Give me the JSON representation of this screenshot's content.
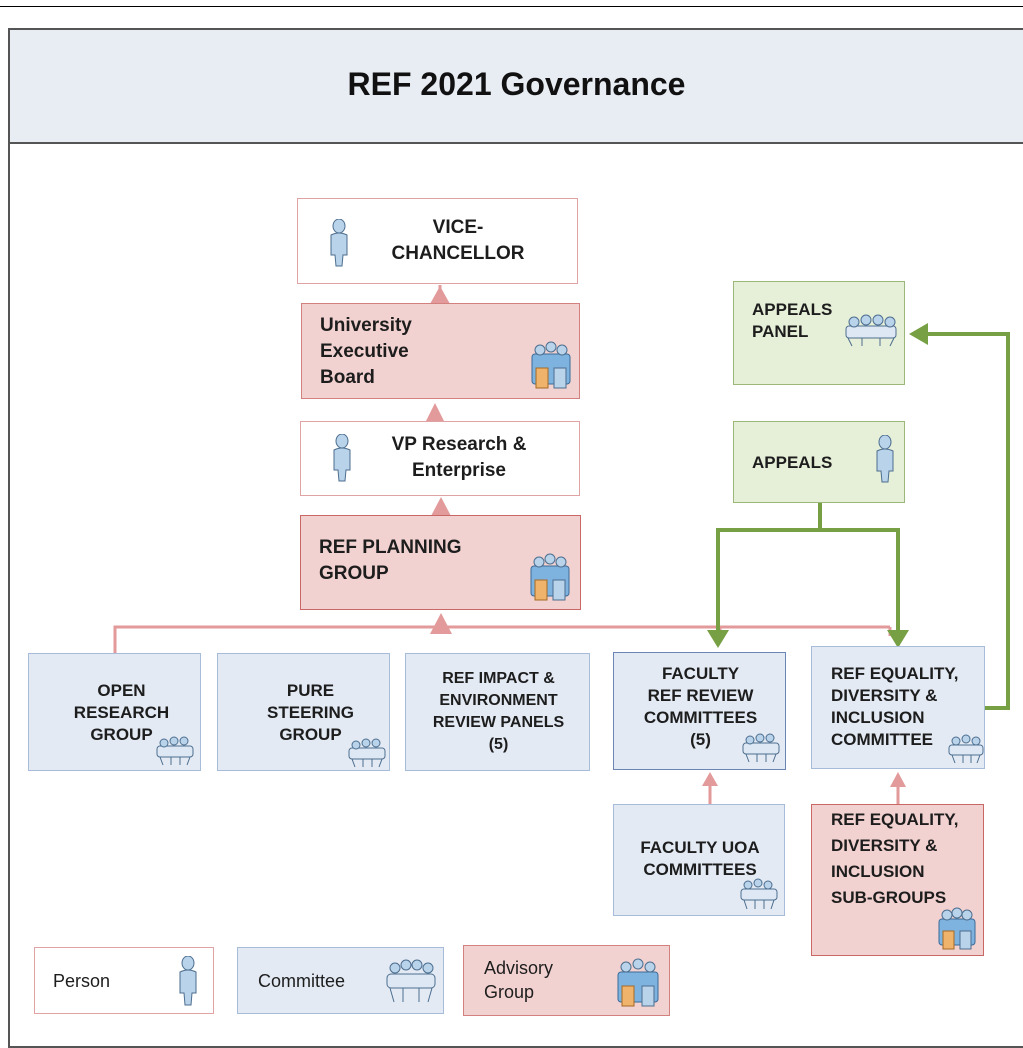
{
  "title": "REF 2021 Governance",
  "colors": {
    "person_fill": "#ffffff",
    "advisory_fill": "#f2d2d0",
    "committee_fill": "#e3eaf4",
    "appeals_fill": "#e6efd8",
    "red_connector": "#e39a9a",
    "green_connector": "#76a043"
  },
  "nodes": {
    "vice_chancellor": {
      "line1": "VICE-",
      "line2": "CHANCELLOR",
      "type": "Person",
      "icon": "person-icon"
    },
    "ueb": {
      "line1": "University",
      "line2": "Executive",
      "line3": "Board",
      "type": "Advisory Group",
      "icon": "advisory-group-icon"
    },
    "vp_research": {
      "line1": "VP Research &",
      "line2": "Enterprise",
      "type": "Person",
      "icon": "person-icon"
    },
    "ref_planning": {
      "line1": "REF PLANNING",
      "line2": "GROUP",
      "type": "Advisory Group",
      "icon": "advisory-group-icon"
    },
    "appeals_panel": {
      "line1": "APPEALS",
      "line2": "PANEL",
      "type": "Committee",
      "icon": "committee-icon"
    },
    "appeals": {
      "line1": "APPEALS",
      "type": "Person",
      "icon": "person-icon"
    },
    "open_research": {
      "line1": "OPEN",
      "line2": "RESEARCH",
      "line3": "GROUP",
      "type": "Committee",
      "icon": "committee-icon"
    },
    "pure_steering": {
      "line1": "PURE",
      "line2": "STEERING",
      "line3": "GROUP",
      "type": "Committee",
      "icon": "committee-icon"
    },
    "impact_env": {
      "line1": "REF IMPACT &",
      "line2": "ENVIRONMENT",
      "line3": "REVIEW PANELS",
      "line4": "(5)",
      "type": "Committee"
    },
    "faculty_review": {
      "line1": "FACULTY",
      "line2": "REF REVIEW",
      "line3": "COMMITTEES",
      "line4": "(5)",
      "type": "Committee",
      "icon": "committee-icon"
    },
    "edi_committee": {
      "line1": "REF EQUALITY,",
      "line2": "DIVERSITY &",
      "line3": "INCLUSION",
      "line4": "COMMITTEE",
      "type": "Committee",
      "icon": "committee-icon"
    },
    "faculty_uoa": {
      "line1": "FACULTY UOA",
      "line2": "COMMITTEES",
      "type": "Committee",
      "icon": "committee-icon"
    },
    "edi_subgroups": {
      "line1": "REF EQUALITY,",
      "line2": "DIVERSITY &",
      "line3": "INCLUSION",
      "line4": "SUB-GROUPS",
      "type": "Advisory Group",
      "icon": "advisory-group-icon"
    }
  },
  "legend": {
    "person": "Person",
    "committee": "Committee",
    "advisory_line1": "Advisory",
    "advisory_line2": "Group"
  }
}
